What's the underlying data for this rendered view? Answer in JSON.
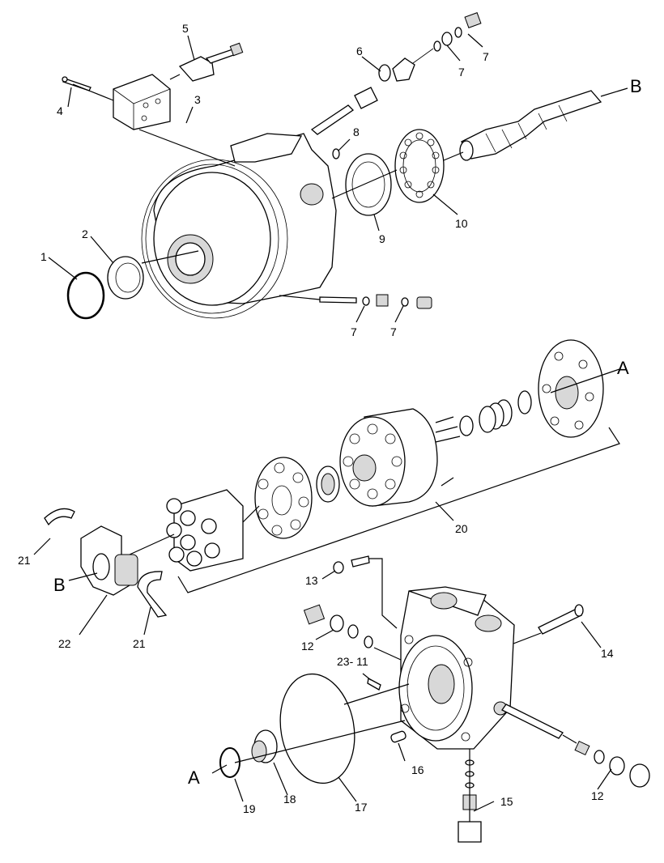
{
  "callouts": {
    "c1": "1",
    "c2": "2",
    "c3": "3",
    "c4": "4",
    "c5": "5",
    "c6": "6",
    "c7a": "7",
    "c7b": "7",
    "c7c": "7",
    "c7d": "7",
    "c8": "8",
    "c9": "9",
    "c10": "10",
    "c12a": "12",
    "c12b": "12",
    "c13": "13",
    "c14": "14",
    "c15": "15",
    "c16": "16",
    "c17": "17",
    "c18": "18",
    "c19": "19",
    "c20": "20",
    "c21a": "21",
    "c21b": "21",
    "c22": "22",
    "c23": "23- 11"
  },
  "refs": {
    "a_top": "A",
    "a_bottom": "A",
    "b_top": "B",
    "b_mid": "B"
  }
}
